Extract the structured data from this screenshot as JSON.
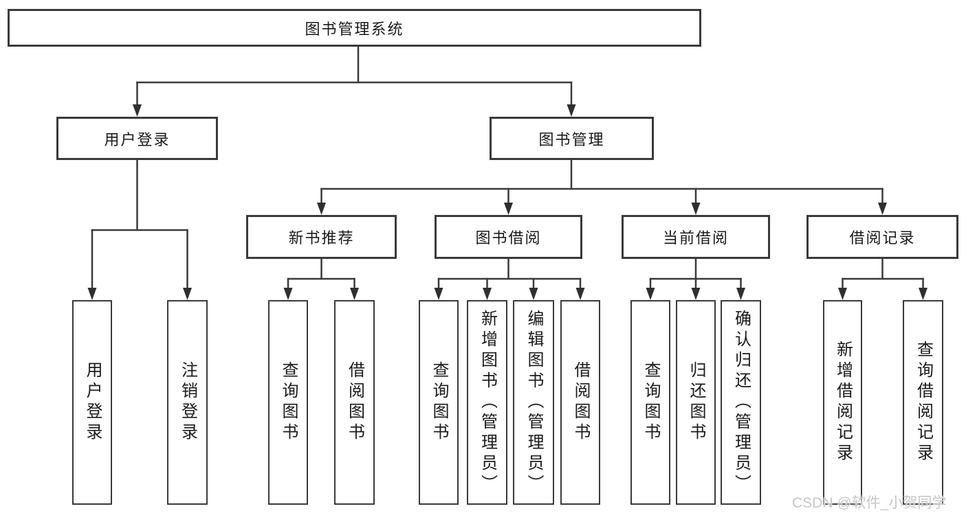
{
  "title": "图书管理系统",
  "level2": {
    "user_login": "用户登录",
    "book_management": "图书管理"
  },
  "level3": {
    "new_book": "新书推荐",
    "book_borrow": "图书借阅",
    "current_borrow": "当前借阅",
    "borrow_record": "借阅记录"
  },
  "leaves": {
    "user_login": [
      "用户登录",
      "注销登录"
    ],
    "new_book": [
      "查询图书",
      "借阅图书"
    ],
    "book_borrow": [
      "查询图书",
      "新增图书（管理员）",
      "编辑图书（管理员）",
      "借阅图书"
    ],
    "current_borrow": [
      "查询图书",
      "归还图书",
      "确认归还（管理员）"
    ],
    "borrow_record": [
      "新增借阅记录",
      "查询借阅记录"
    ]
  },
  "watermark": "CSDN @软件_小贺同学",
  "colors": {
    "line": "#3a3a3a",
    "border": "#3a3a3a",
    "text": "#1a1a1a",
    "watermark": "#c6c6c6",
    "background": "#ffffff"
  }
}
